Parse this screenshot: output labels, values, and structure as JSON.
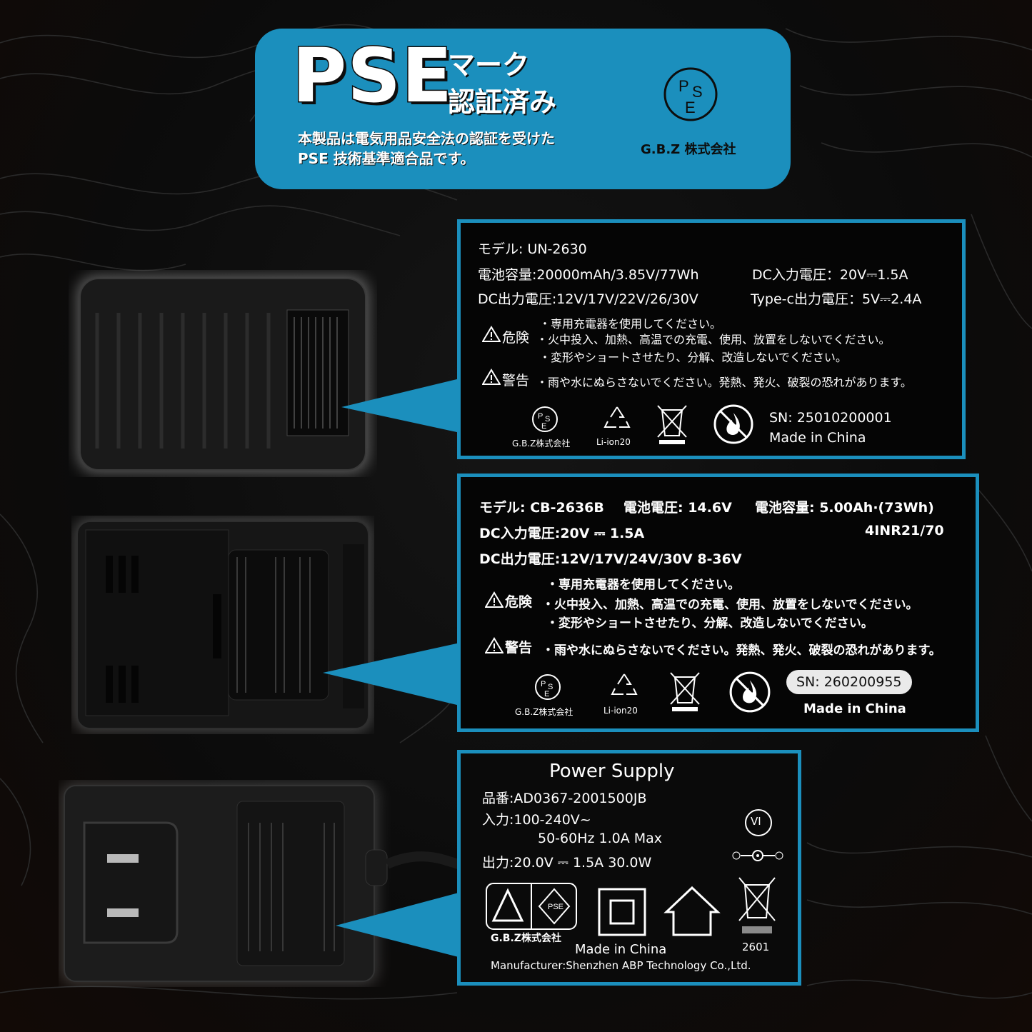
{
  "header": {
    "pse": "PSE",
    "mark_line1": "マーク",
    "mark_line2": "認証済み",
    "desc_line1": "本製品は電気用品安全法の認証を受けた",
    "desc_line2": "PSE 技術基準適合品です。",
    "company": "G.B.Z 株式会社",
    "logo_text": "PSE"
  },
  "label1": {
    "model": "モデル: UN-2630",
    "capacity": "電池容量:20000mAh/3.85V/77Wh",
    "dc_in": "DC入力電圧：20V⎓1.5A",
    "dc_out": "DC出力電圧:12V/17V/22V/26/30V",
    "typec": "Type-c出力電圧：5V⎓2.4A",
    "danger_label": "危険",
    "danger_1": "・専用充電器を使用してください。",
    "danger_2": "・火中投入、加熱、高温での充電、使用、放置をしないでください。",
    "danger_3": "・変形やショートさせたり、分解、改造しないでください。",
    "warning_label": "警告",
    "warning_1": "・雨や水にぬらさないでください。発熱、発火、破裂の恐れがあります。",
    "company": "G.B.Z株式会社",
    "liion": "Li-ion20",
    "sn": "SN: 25010200001",
    "made_in": "Made in China"
  },
  "label2": {
    "model": "モデル: CB-2636B",
    "voltage": "電池電圧: 14.6V",
    "capacity": "電池容量: 5.00Ah·(73Wh)",
    "dc_in": "DC入力電圧:20V ⎓ 1.5A",
    "cell": "4INR21/70",
    "dc_out": "DC出力電圧:12V/17V/24V/30V 8-36V",
    "danger_label": "危険",
    "danger_1": "・専用充電器を使用してください。",
    "danger_2": "・火中投入、加熱、高温での充電、使用、放置をしないでください。",
    "danger_3": "・変形やショートさせたり、分解、改造しないでください。",
    "warning_label": "警告",
    "warning_1": "・雨や水にぬらさないでください。発熱、発火、破裂の恐れがあります。",
    "company": "G.B.Z株式会社",
    "liion": "Li-ion20",
    "sn": "SN: 260200955",
    "made_in": "Made in China"
  },
  "label3": {
    "title": "Power Supply",
    "part_no": "品番:AD0367-2001500JB",
    "input": "入力:100-240V~",
    "input_2": "50-60Hz 1.0A Max",
    "output": "出力:20.0V ⎓ 1.5A  30.0W",
    "vi": "VI",
    "company": "G.B.Z株式会社",
    "made_in": "Made in China",
    "date": "2601",
    "manufacturer": "Manufacturer:Shenzhen ABP Technology Co.,Ltd."
  },
  "colors": {
    "accent": "#1b8fbd",
    "background": "#0d0d0d",
    "text": "#ffffff"
  }
}
